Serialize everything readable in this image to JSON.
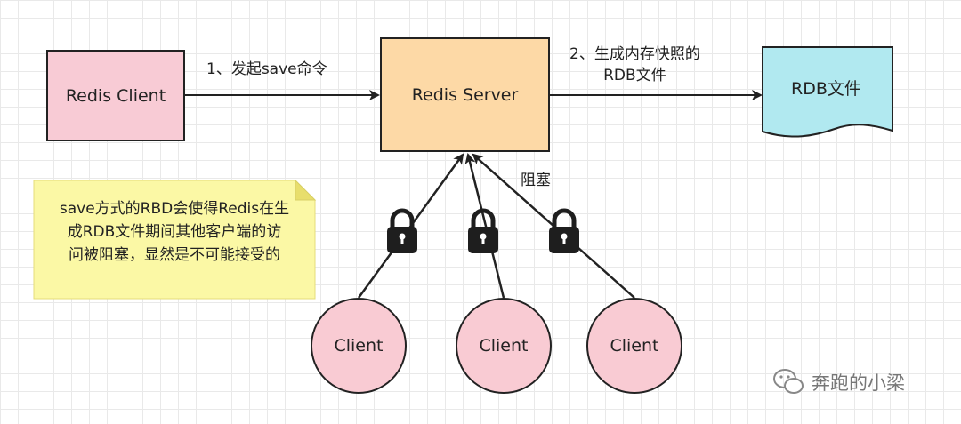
{
  "nodes": {
    "redis_client": "Redis Client",
    "redis_server": "Redis Server",
    "rdb_file": "RDB文件",
    "clients": [
      "Client",
      "Client",
      "Client"
    ]
  },
  "edges": {
    "client_to_server": "1、发起save命令",
    "server_to_file_line1": "2、生成内存快照的",
    "server_to_file_line2": "RDB文件",
    "blocked": "阻塞"
  },
  "note": {
    "lines": [
      "save方式的RBD会使得Redis在生",
      "成RDB文件期间其他客户端的访",
      "问被阻塞，显然是不可能接受的"
    ]
  },
  "watermark": "奔跑的小梁",
  "colors": {
    "client_fill": "#f8cbd5",
    "server_fill": "#fdd9a6",
    "file_fill": "#b1e9f0",
    "note_fill": "#fbf8a5",
    "circle_fill": "#f9cbd3",
    "line": "#222222"
  }
}
